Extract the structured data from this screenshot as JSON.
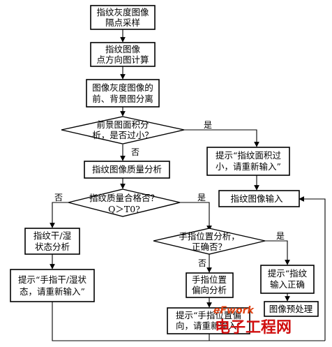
{
  "nodes": {
    "n1": [
      "指纹灰度图像",
      "隔点采样"
    ],
    "n2": [
      "指纹图像",
      "点方向图计算"
    ],
    "n3": [
      "图像灰度图像的",
      "前、背景图分离"
    ],
    "d1": [
      "前景图面积分",
      "析，是否过小？"
    ],
    "n4": [
      "指纹图像质量分析"
    ],
    "p1": [
      "提示“指纹面积过",
      "小，请重新输入”"
    ],
    "n5": [
      "指纹图像输入"
    ],
    "d2": [
      "指纹质量合格否？",
      "Q＞T0?"
    ],
    "n6": [
      "指纹干/湿",
      "状态分析"
    ],
    "p2": [
      "提示“手指干/湿状",
      "态，请重新输入”"
    ],
    "d3": [
      "手指位置分析，",
      "正确否？"
    ],
    "n7": [
      "手指位置",
      "偏向分析"
    ],
    "p3": [
      "提示“手指位置偏",
      "向，请重新输入”"
    ],
    "p4": [
      "提示“指纹",
      "输入正确"
    ],
    "n8": [
      "图像预处理"
    ]
  },
  "labels": {
    "d1_yes": "是",
    "d1_no": "否",
    "d2_no": "否",
    "d2_yes": "是",
    "d3_yes": "是",
    "d3_no": "否"
  },
  "watermark": {
    "logo": "eFwork",
    "site_text": "电子工程网",
    "logo_color": "#e04010",
    "text_color": "#d01010"
  }
}
